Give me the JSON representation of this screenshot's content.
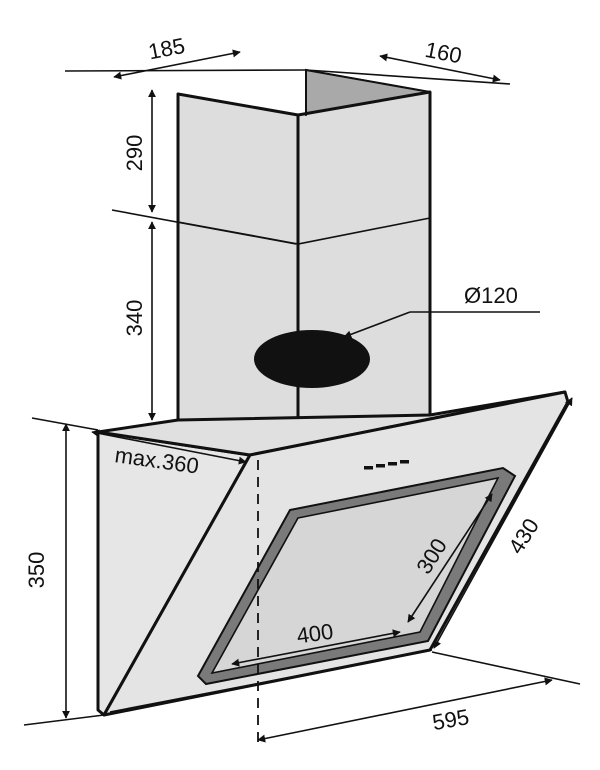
{
  "dimensions": {
    "chimney_depth": "185",
    "chimney_width": "160",
    "chimney_upper_height": "290",
    "chimney_lower_height": "340",
    "duct_diameter": "Ø120",
    "hood_height": "350",
    "hood_max_depth": "max.360",
    "filter_height": "300",
    "filter_width": "400",
    "glass_panel_length": "430",
    "hood_width": "595"
  },
  "colors": {
    "panel_fill": "#e4e4e4",
    "chimney_fill": "#dddddd",
    "chimney_shadow": "#a9a9a9",
    "filter_frame": "#7a7a7a",
    "filter_inner": "#d6d6d6",
    "duct_hole": "#111111",
    "line": "#111111"
  }
}
